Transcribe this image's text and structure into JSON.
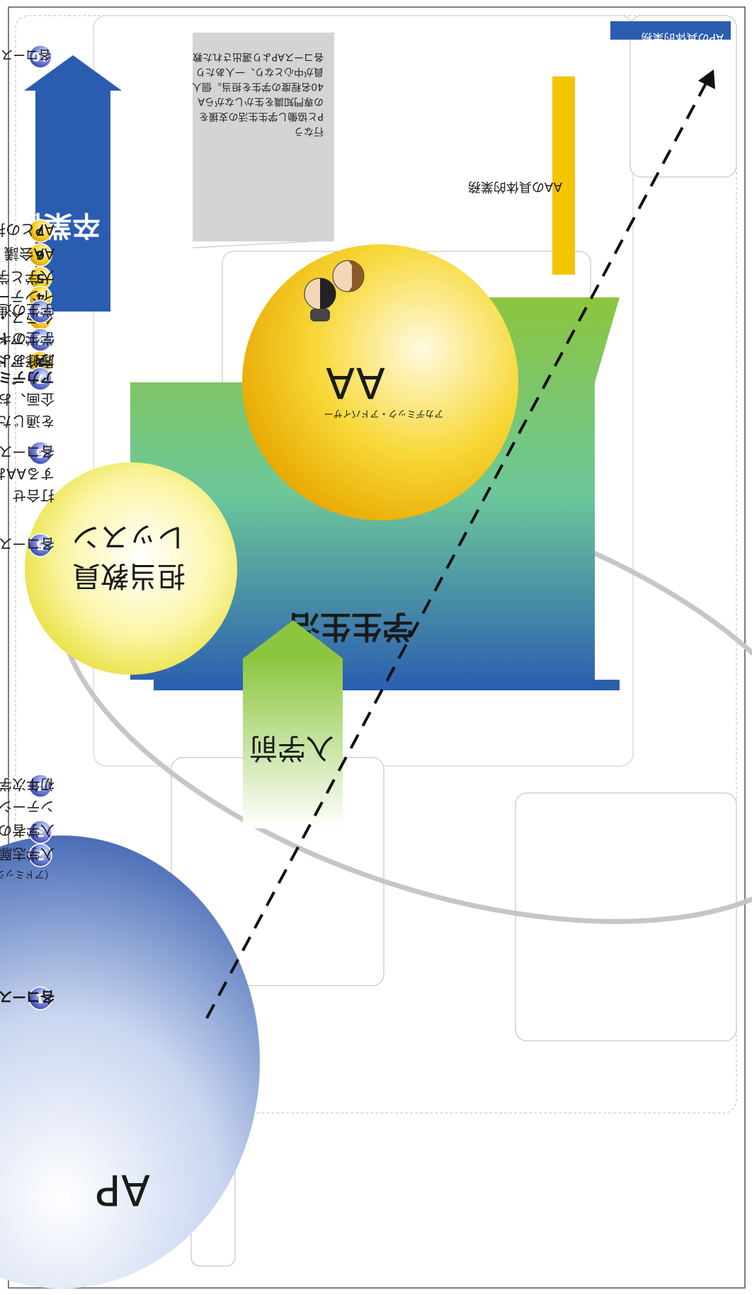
{
  "colors": {
    "blue": "#2a5db0",
    "green": "#8cc63f",
    "red": "#e8202a",
    "gold": "#f5c400",
    "note_gray": "#d4d4d4",
    "line_gray": "#c6c6c6"
  },
  "ap_section": {
    "title": "APの具体的業務",
    "items": [
      {
        "num": "10",
        "lines": [
          "各コース卒業生への対応"
        ]
      },
      {
        "num": "9",
        "lines": [
          "学生の進路選択に関わる事項"
        ]
      },
      {
        "num": "8",
        "lines": [
          "学生のキャリア形成に関する教育・指導",
          "方針および方法の策定"
        ]
      },
      {
        "num": "7",
        "lines": [
          "アカデミック・リテンション・プログラムの",
          "企画、およびアカデミック・アドバイザー",
          "を通じたプログラムの実施"
        ],
        "bold_lead": "アカデミック・リテンション・プログラム"
      },
      {
        "num": "6",
        "lines": [
          "各コースの教育・指導方針、方法に関",
          "するAAおよびレッスン担当教員との",
          "打合せ"
        ]
      },
      {
        "num": "5",
        "lines": [
          "各コースの教育・指導方針の策定"
        ]
      },
      {
        "num": "4",
        "lines": [
          "初年次学生に対するオリエ",
          "ンテーションの実施"
        ]
      },
      {
        "num": "3",
        "lines": [
          "入学者の選抜"
        ]
      },
      {
        "num": "2",
        "lines": [
          "入学志願者選考基準",
          "（アドミッション・ポリシー）の策定"
        ]
      },
      {
        "num": "1",
        "lines": [
          "各コース『人材養成目的』および「養成する人材のイメージ」(=将来像）の策定およびコース教職員への周知徹底"
        ]
      }
    ]
  },
  "aa_section": {
    "title": "AAの具体的業務",
    "items": [
      {
        "num": "7",
        "text": "APとの打合せ"
      },
      {
        "num": "6",
        "text": "AA会議"
      },
      {
        "num": "5",
        "text": "大学と学生のパイプ役"
      },
      {
        "num": "4",
        "text": "インテーカー、",
        "highlight": "プロファイル入力"
      },
      {
        "num": "3",
        "text": "クラス・ミーティング"
      },
      {
        "num": "2",
        "text": "修学アドバイジング"
      },
      {
        "num": "1",
        "text": "履修アドバイジング"
      }
    ]
  },
  "stages": {
    "after": "卒業後",
    "student_life": "学生生活",
    "before": "入学前"
  },
  "circles": {
    "lesson": [
      "レッスン",
      "担当教員"
    ],
    "aa": "AA",
    "aa_sub": "アカデミック・アドバイザー",
    "ap": "AP"
  },
  "note": {
    "lines": [
      "各コースAPより選出された教",
      "員が中心となり、一人あたり",
      "40名程度の学生を担当。個人",
      "の専門知識を生かしながらA",
      "Pと協働し学生生活の支援を",
      "行なう"
    ]
  }
}
